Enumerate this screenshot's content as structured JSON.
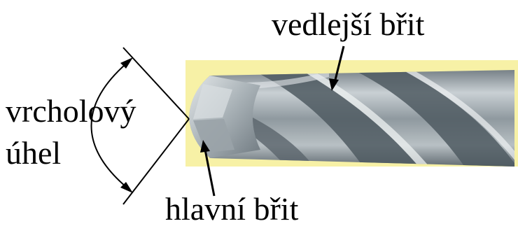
{
  "labels": {
    "secondary_edge": "vedlejší břit",
    "apex_angle_line1": "vrcholový",
    "apex_angle_line2": "úhel",
    "main_edge": "hlavní břit"
  },
  "colors": {
    "background_band": "#f7f1a6",
    "drill_dark": "#4f5a62",
    "drill_mid": "#8d979d",
    "drill_light": "#d8dde0",
    "line": "#000000"
  }
}
